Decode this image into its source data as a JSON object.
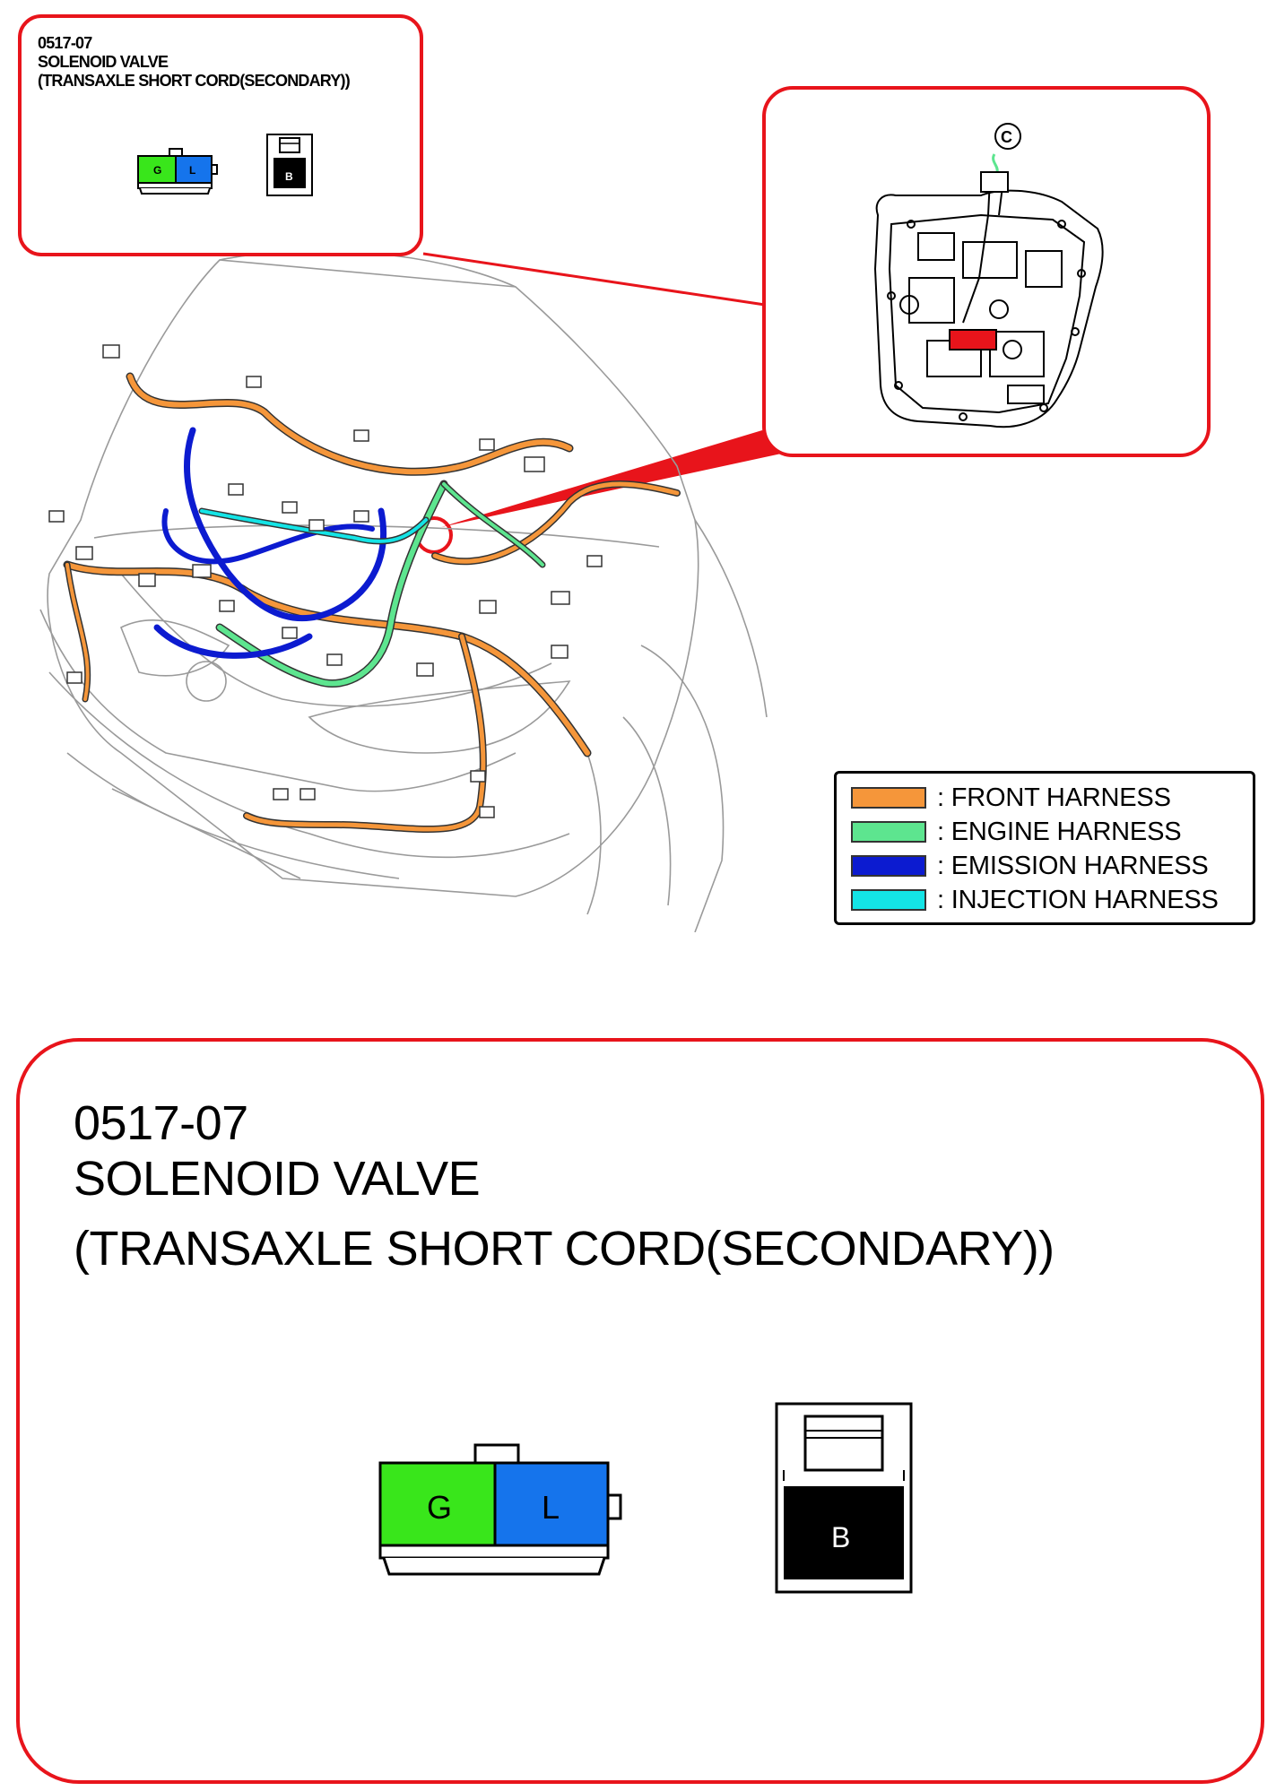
{
  "header_callout": {
    "code": "0517-07",
    "name": "SOLENOID VALVE",
    "detail": "(TRANSAXLE SHORT CORD(SECONDARY))"
  },
  "detail_callout": {
    "marker_label": "C"
  },
  "connectors": {
    "female": {
      "pin1": "G",
      "pin2": "L",
      "pin1_color": "#39e61b",
      "pin2_color": "#1574ec"
    },
    "male": {
      "pin1": "B",
      "pin1_color": "#000000"
    }
  },
  "legend": {
    "items": [
      {
        "label": ": FRONT HARNESS",
        "color": "#f5963a"
      },
      {
        "label": ": ENGINE HARNESS",
        "color": "#5de58f"
      },
      {
        "label": ": EMISSION HARNESS",
        "color": "#0c1bd0"
      },
      {
        "label": ": INJECTION HARNESS",
        "color": "#14e4e6"
      }
    ]
  },
  "main_callout": {
    "code": "0517-07",
    "name": "SOLENOID VALVE",
    "detail": "(TRANSAXLE SHORT CORD(SECONDARY))"
  },
  "accent_color": "#e8141b"
}
